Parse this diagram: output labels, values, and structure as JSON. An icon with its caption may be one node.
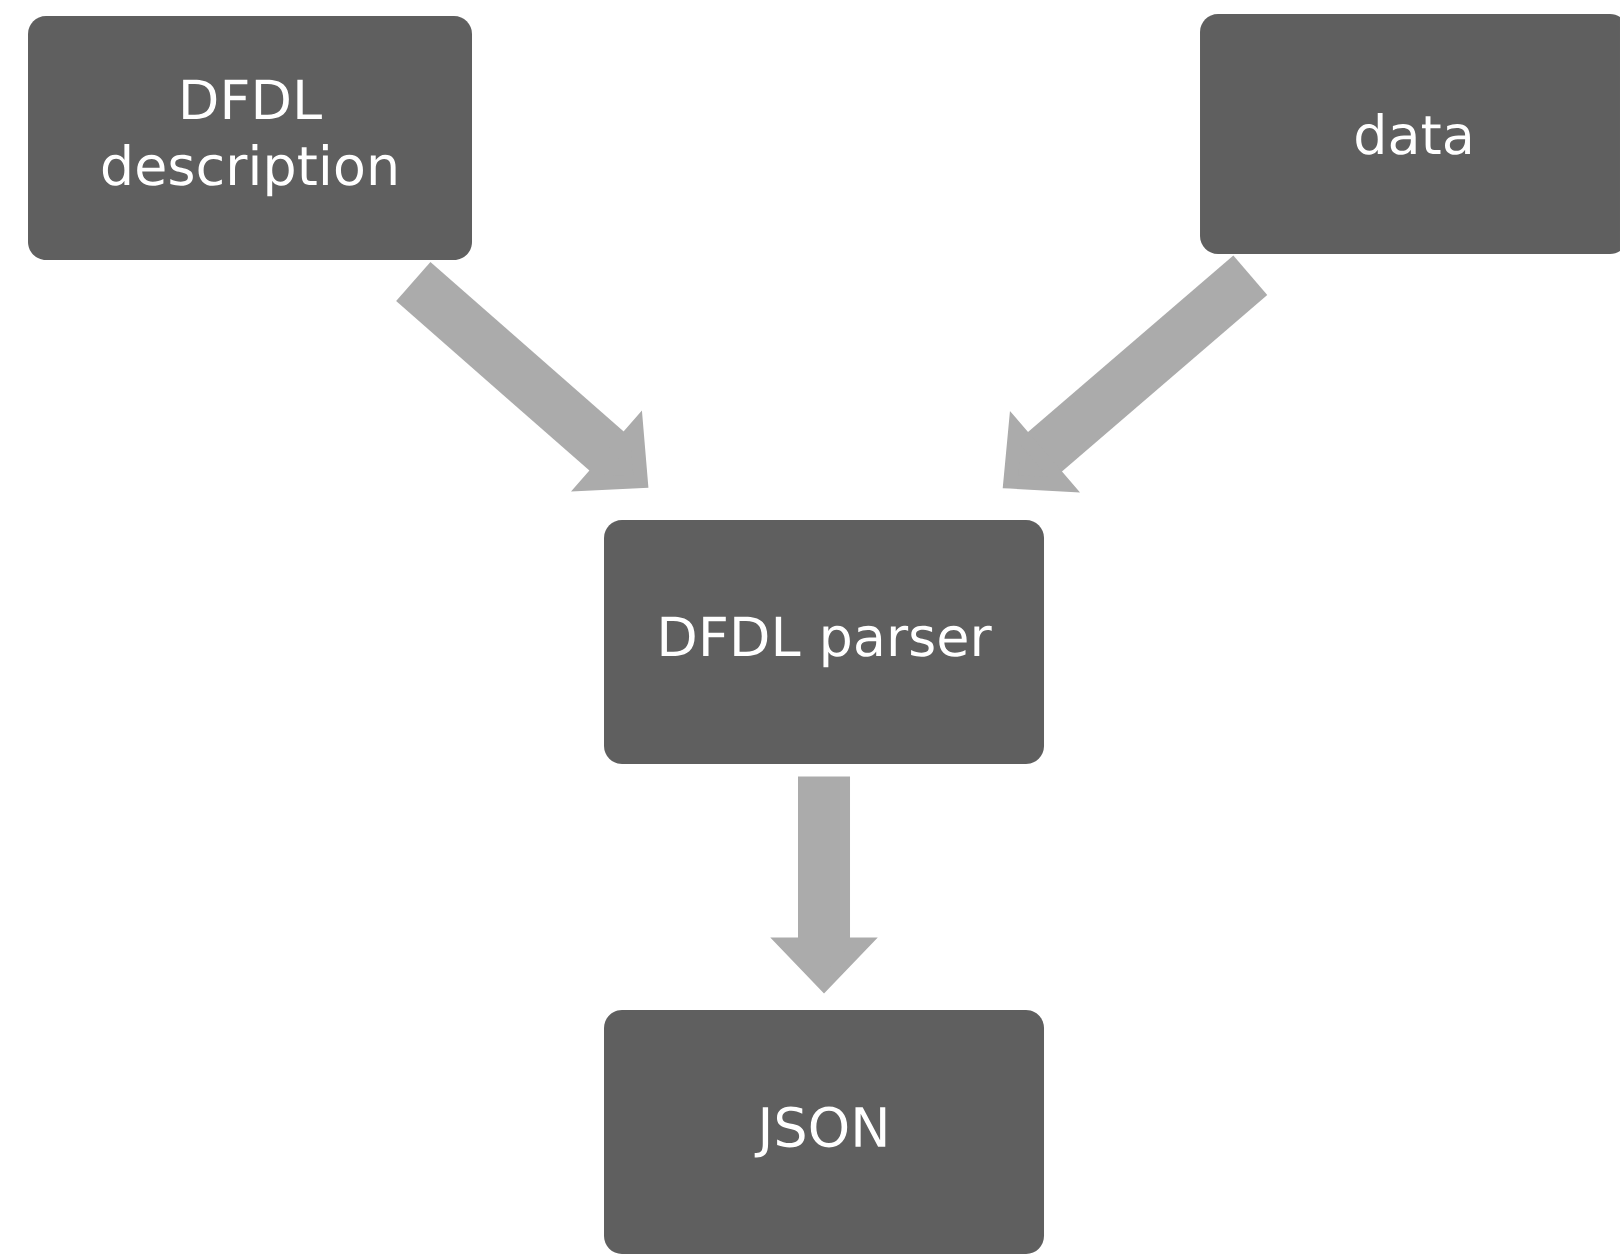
{
  "diagram": {
    "nodes": [
      {
        "text": [
          "DFDL description"
        ]
      },
      {
        "text": [
          "data"
        ]
      },
      {
        "text": [
          "DFDL parser"
        ]
      },
      {
        "text": [
          "JSON"
        ]
      }
    ],
    "edges": [
      {
        "from": 0,
        "to": 2,
        "arrow": "to"
      },
      {
        "from": 1,
        "to": 2,
        "arrow": "to"
      },
      {
        "from": 2,
        "to": 3,
        "arrow": "to"
      }
    ]
  }
}
